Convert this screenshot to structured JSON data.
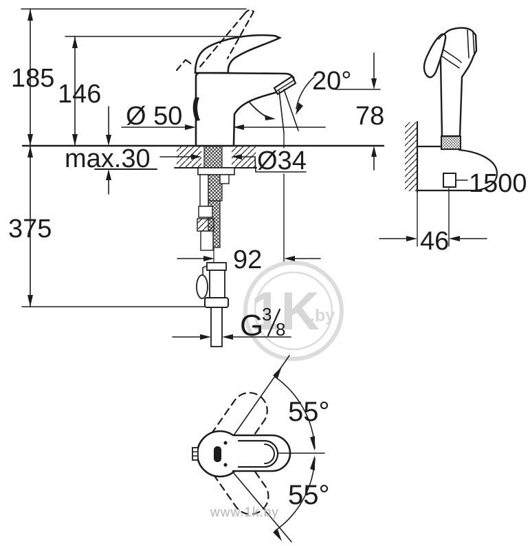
{
  "drawing": {
    "type": "faucet installation dimension drawing",
    "views": [
      "front view with mounting section",
      "wall-mounted hand shower side view",
      "lever swivel plan view"
    ]
  },
  "dimensions": {
    "overall_height": "185",
    "lever_height": "146",
    "max_deck_thickness": "max.30",
    "base_diameter": "Ø 50",
    "hole_diameter": "Ø34",
    "aerator_angle": "20°",
    "spout_outlet_height": "78",
    "below_deck_depth": "375",
    "spout_reach": "92",
    "hose_length": "1500",
    "holder_wall_offset": "46",
    "thread_letter": "G",
    "thread_numerator": "3",
    "thread_denominator": "8",
    "lever_swing_upper": "55°",
    "lever_swing_lower": "55°"
  },
  "watermark": {
    "site_url": "www.1k.by",
    "logo_text": "1K",
    "logo_suffix": ".by"
  },
  "colors": {
    "ink": "#1c1c1c",
    "background": "#ffffff",
    "watermark_ring": "#dcdcdc",
    "watermark_text": "#d7d7d7",
    "url_text": "#b4b4b4"
  }
}
